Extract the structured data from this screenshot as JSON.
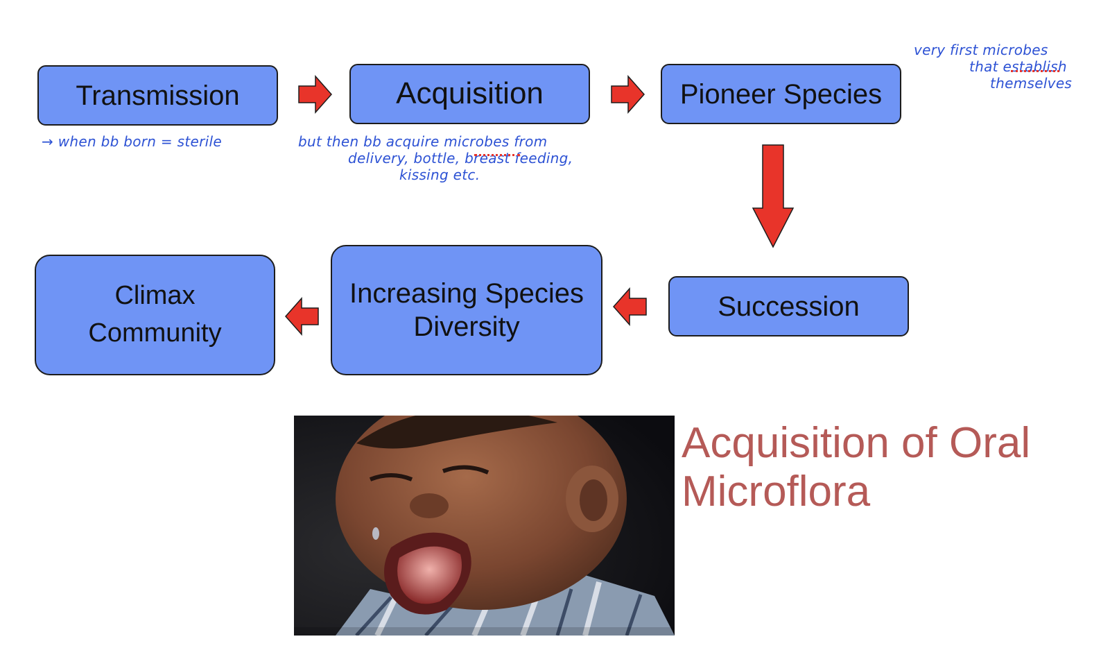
{
  "nodes": {
    "transmission": "Transmission",
    "acquisition": "Acquisition",
    "pioneer": "Pioneer Species",
    "succession": "Succession",
    "diversity_line1": "Increasing Species",
    "diversity_line2": "Diversity",
    "climax_line1": "Climax",
    "climax_line2": "Community"
  },
  "annotations": {
    "transmission_note": "→ when bb born = sterile",
    "acquisition_note_line1": "but then bb acquire microbes from",
    "acquisition_note_line2": "delivery, bottle, breast feeding,",
    "acquisition_note_line3": "kissing etc.",
    "pioneer_note_line1": "very first microbes",
    "pioneer_note_line2": "that establish",
    "pioneer_note_line3": "themselves"
  },
  "caption": {
    "line1": "Acquisition of Oral",
    "line2": "Microflora"
  },
  "colors": {
    "box_fill": "#6f94f5",
    "arrow_fill": "#e8342a",
    "note": "#2d52d4",
    "caption": "#b55a57"
  },
  "icons": {
    "arrow": "arrow-icon",
    "photo": "crying-baby-photo"
  }
}
